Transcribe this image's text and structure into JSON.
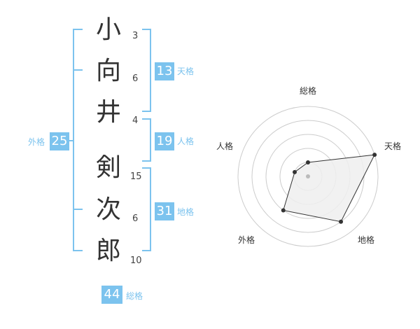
{
  "name": {
    "chars": [
      {
        "char": "小",
        "strokes": "3"
      },
      {
        "char": "向",
        "strokes": "6"
      },
      {
        "char": "井",
        "strokes": "4"
      },
      {
        "char": "剣",
        "strokes": "15"
      },
      {
        "char": "次",
        "strokes": "6"
      },
      {
        "char": "郎",
        "strokes": "10"
      }
    ]
  },
  "fortune": {
    "tenkaku": {
      "value": "13",
      "label": "天格"
    },
    "jinkaku": {
      "value": "19",
      "label": "人格"
    },
    "chikaku": {
      "value": "31",
      "label": "地格"
    },
    "gaikaku": {
      "value": "25",
      "label": "外格"
    },
    "soukaku": {
      "value": "44",
      "label": "総格"
    }
  },
  "radar": {
    "labels": {
      "top": "総格",
      "right": "天格",
      "left": "人格",
      "bottom_left": "外格",
      "bottom_right": "地格"
    },
    "scores": {
      "soukaku": 1,
      "tenkaku": 5,
      "chikaku": 4,
      "gaikaku": 3,
      "jinkaku": 1
    },
    "max": 5,
    "colors": {
      "ring": "#cccccc",
      "fill": "#eeeeee",
      "stroke": "#333333",
      "point": "#333333",
      "center": "#bbbbbb"
    }
  }
}
